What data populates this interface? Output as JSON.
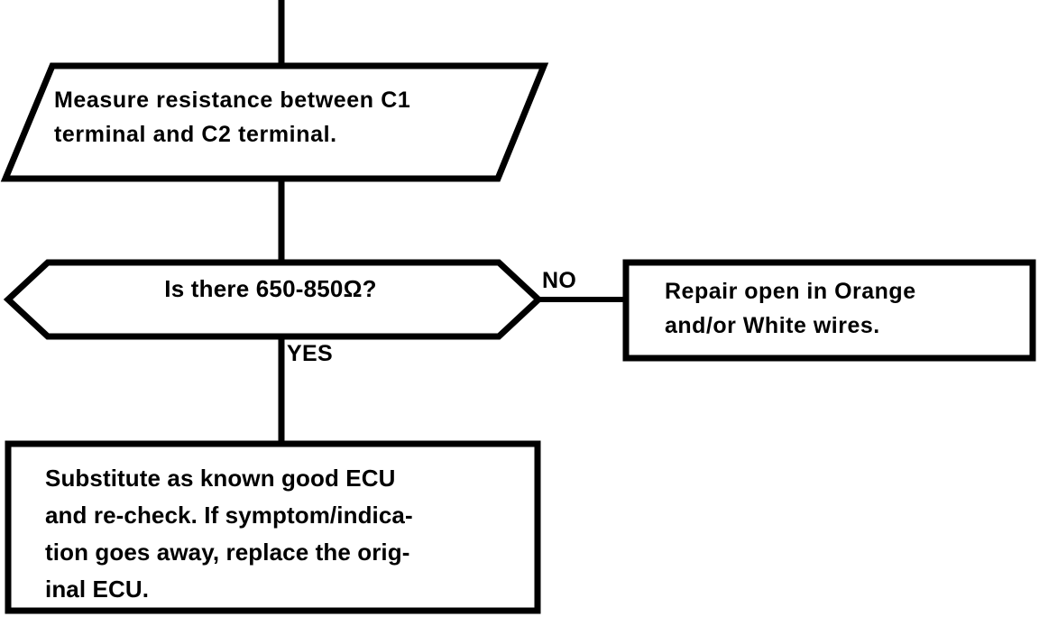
{
  "diagram": {
    "title": "ECU resistance check troubleshooting flowchart",
    "type": "flowchart",
    "stroke_color": "#000000",
    "background_color": "#ffffff",
    "text_color": "#000000",
    "nodes": {
      "measure_step": {
        "shape": "parallelogram",
        "text": "Measure resistance between C1\nterminal and C2 terminal."
      },
      "decision": {
        "shape": "hexagon",
        "text": "Is there 650-850Ω?"
      },
      "repair_action": {
        "shape": "rectangle",
        "text": "Repair open in Orange\nand/or White wires."
      },
      "substitute_action": {
        "shape": "rectangle",
        "text": "Substitute as known good ECU\nand re-check. If symptom/indica-\ntion goes away, replace the orig-\ninal ECU."
      }
    },
    "branches": {
      "no_label": "NO",
      "yes_label": "YES"
    }
  }
}
